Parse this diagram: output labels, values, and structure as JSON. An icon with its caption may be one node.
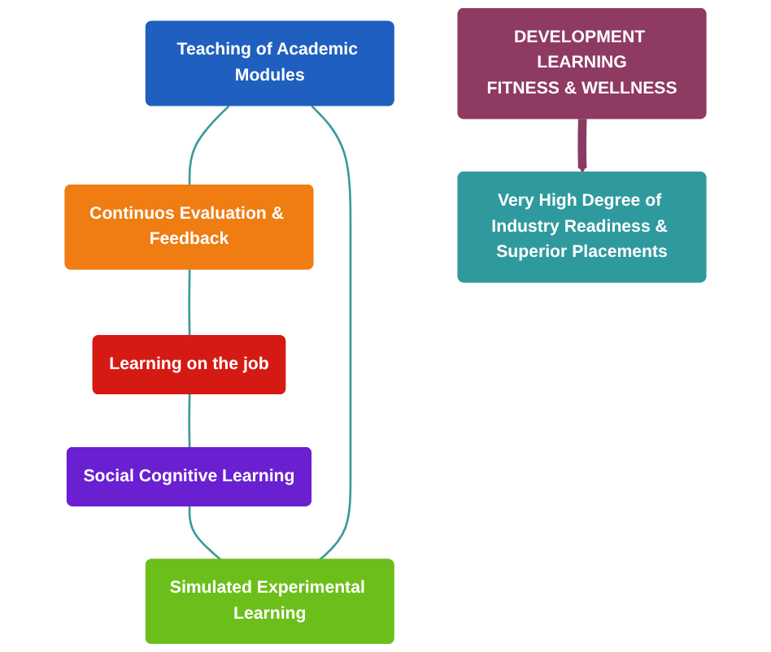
{
  "diagram": {
    "nodes": [
      {
        "text": [
          "Teaching of Academic Modules"
        ]
      },
      {
        "text": [
          "Continuos Evaluation & Feedback"
        ]
      },
      {
        "text": [
          "DEVELOPMENT LEARNING",
          "FITNESS & WELLNESS"
        ]
      },
      {
        "text": [
          "Simulated Experimental Learning"
        ]
      },
      {
        "text": [
          "Learning on the job"
        ]
      },
      {
        "text": [
          "Social Cognitive Learning"
        ]
      },
      {
        "text": [
          "Very High Degree of Industry Readiness & Superior Placements"
        ]
      }
    ],
    "edges": [
      {
        "from": 0,
        "to": 1,
        "arrow": "none"
      },
      {
        "from": 1,
        "to": 4,
        "arrow": "none"
      },
      {
        "from": 4,
        "to": 5,
        "arrow": "none"
      },
      {
        "from": 5,
        "to": 3,
        "arrow": "none"
      },
      {
        "from": 3,
        "to": 0,
        "arrow": "none"
      },
      {
        "from": 2,
        "to": 6,
        "arrow": "to",
        "style": "thick",
        "color": "#8b3a62"
      }
    ]
  }
}
